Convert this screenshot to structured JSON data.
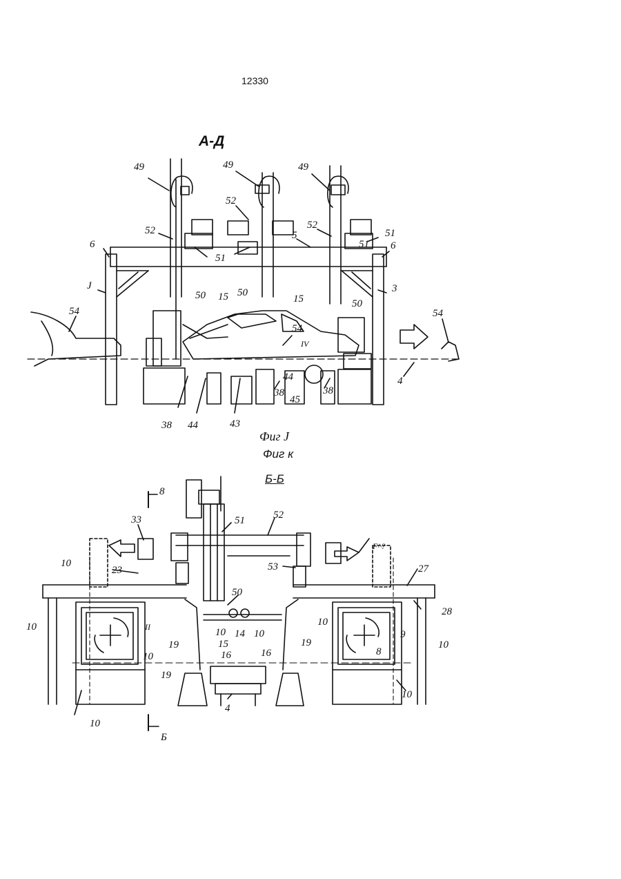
{
  "page": {
    "number": "12330"
  },
  "figure_top": {
    "section_title": "А-Д",
    "caption": "Фиг J",
    "labels": [
      "49",
      "49",
      "49",
      "52",
      "52",
      "52",
      "51",
      "51",
      "51",
      "5",
      "6",
      "6",
      "J",
      "3",
      "15",
      "15",
      "50",
      "50",
      "50",
      "54",
      "54",
      "54",
      "IV",
      "44",
      "44",
      "45",
      "38",
      "38",
      "38",
      "43",
      "4"
    ]
  },
  "figure_bottom": {
    "caption": "Фиг к",
    "section_title": "Б-Б",
    "labels": [
      "8",
      "Б",
      "33",
      "51",
      "52",
      "53",
      "F^?",
      "23",
      "27",
      "10",
      "10",
      "10",
      "10",
      "10",
      "10",
      "10",
      "10",
      "10",
      "28",
      "50",
      "14",
      "II",
      "19",
      "19",
      "19",
      "15",
      "16",
      "16",
      "9",
      "8",
      "4"
    ]
  }
}
